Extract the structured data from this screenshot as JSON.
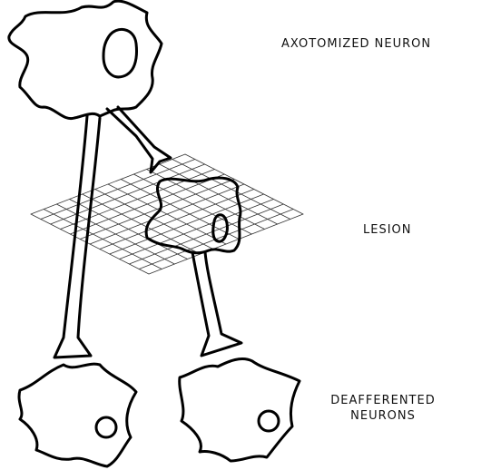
{
  "labels": {
    "axotomized": "AXOTOMIZED NEURON",
    "lesion": "LESION",
    "deafferented_line1": "DEAFFERENTED",
    "deafferented_line2": "NEURONS"
  },
  "colors": {
    "stroke": "#000000",
    "grid": "#333333",
    "background": "#ffffff"
  }
}
